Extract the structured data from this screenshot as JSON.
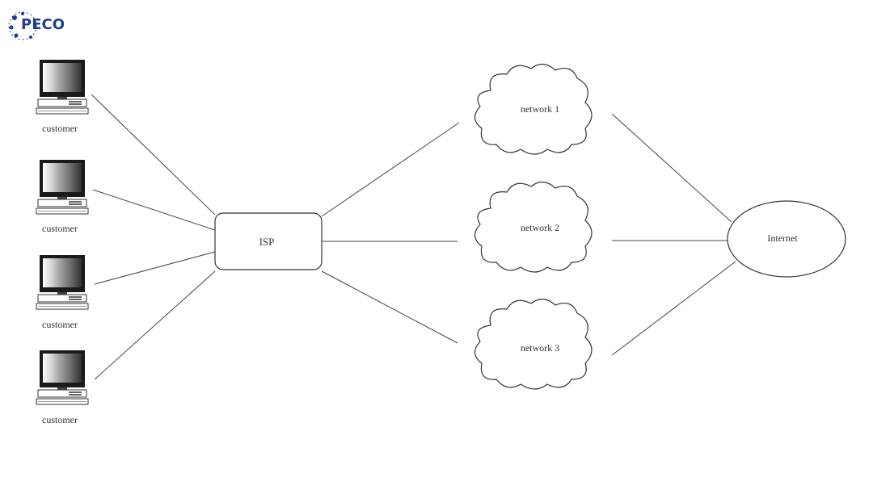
{
  "logo": {
    "text": "PECO",
    "color": "#1f3d8a"
  },
  "customers": [
    {
      "label": "customer"
    },
    {
      "label": "customer"
    },
    {
      "label": "customer"
    },
    {
      "label": "customer"
    }
  ],
  "isp": {
    "label": "ISP"
  },
  "networks": [
    {
      "label": "network 1"
    },
    {
      "label": "network 2"
    },
    {
      "label": "network 3"
    }
  ],
  "internet": {
    "label": "Internet"
  },
  "colors": {
    "line": "#444444",
    "text": "#333333"
  }
}
